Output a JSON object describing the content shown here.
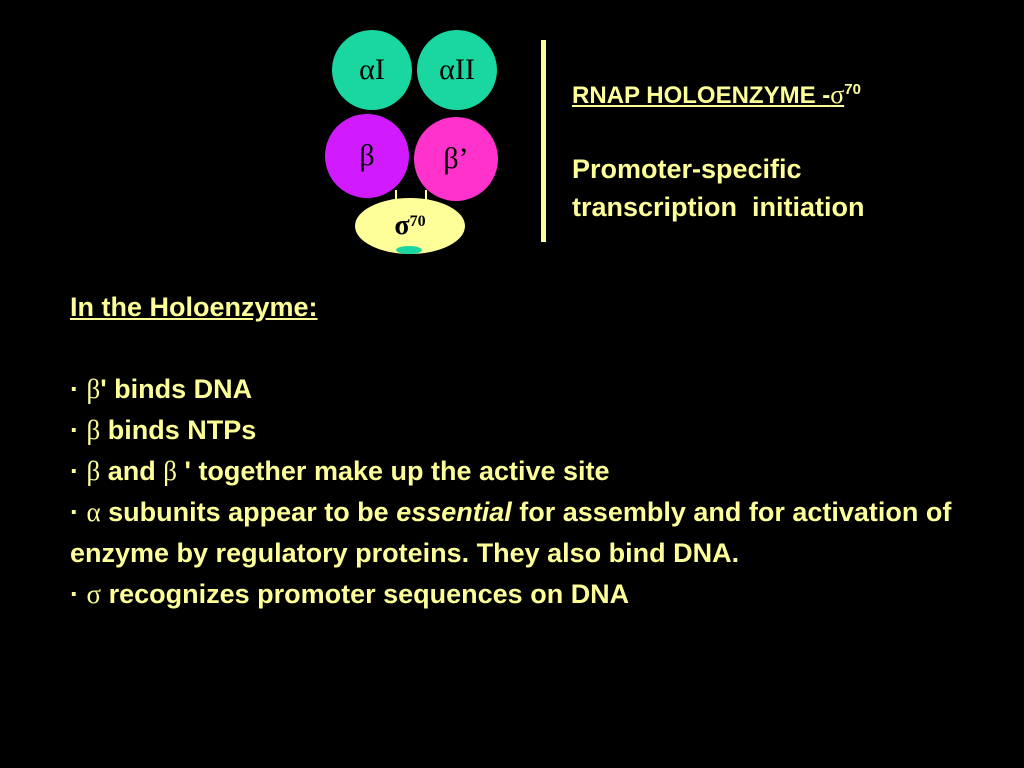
{
  "diagram": {
    "alpha1": "αI",
    "alpha2": "αII",
    "beta": "β",
    "beta_prime": "β’",
    "sigma_symbol": "σ",
    "sigma_sup": "70"
  },
  "side": {
    "title_text": "RNAP HOLOENZYME -",
    "title_greek": "σ",
    "title_sup": "70",
    "description_line1": "Promoter-specific",
    "description_line2": "transcription  initiation"
  },
  "colors": {
    "background": "#000000",
    "text": "#ffff99",
    "alpha": "#1ad6a0",
    "beta": "#d21aff",
    "beta_prime": "#ff33cc",
    "sigma": "#ffff99"
  },
  "content": {
    "heading": "In the Holoenzyme:",
    "b1": {
      "bullet": "· ",
      "greek": "β",
      "text": "' binds DNA"
    },
    "b2": {
      "bullet": "· ",
      "greek": "β",
      "text": " binds NTPs"
    },
    "b3": {
      "bullet": "· ",
      "greek1": "β",
      "mid": " and ",
      "greek2": "β",
      "text": " ' together make up the active site"
    },
    "b4": {
      "bullet": "· ",
      "greek": "α",
      "pre": " subunits appear to be ",
      "em": "essential",
      "post": " for assembly and for activation of enzyme by regulatory proteins. They also bind DNA."
    },
    "b5": {
      "bullet": "· ",
      "greek": "σ",
      "text": " recognizes promoter sequences on DNA"
    }
  }
}
